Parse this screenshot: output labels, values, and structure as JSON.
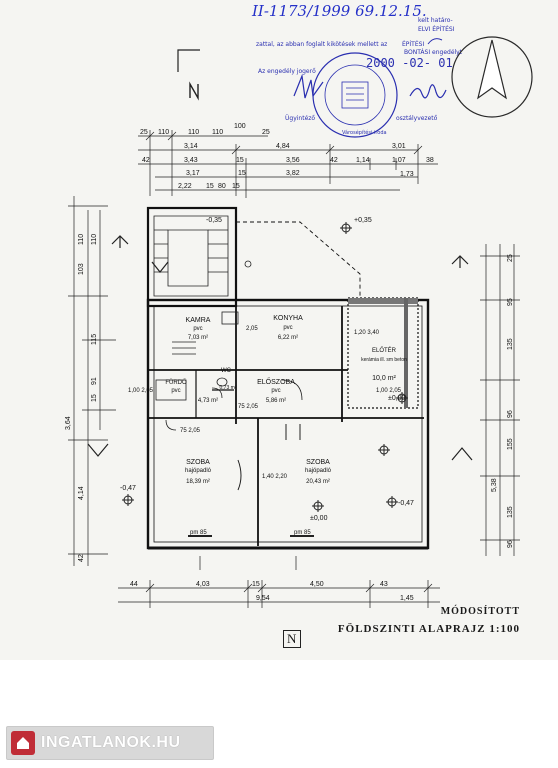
{
  "annotations": {
    "permit_number": "II-1173/1999 69.12.15.",
    "stamp_line1": "kelt határo-",
    "stamp_line2": "zattal, az abban foglalt kikötések mellett az",
    "stamp_line3": "ÉPÍTÉSI",
    "stamp_line4": "BONTÁSI engedélyt",
    "stamp_line5": "Az engedély jogerő",
    "stamp_date": "2000 -02- 01",
    "stamp_line6": "Ügyintéző",
    "stamp_line7": "osztályvezető",
    "stamp_seal": "Városépítési iroda",
    "stamp_line0": "ELVI ÉPÍTÉSI"
  },
  "title_block": {
    "modified": "MÓDOSÍTOTT",
    "title": "FÖLDSZINTI ALAPRAJZ   1:100",
    "north": "N"
  },
  "rooms": [
    {
      "name": "KAMRA",
      "floor": "pvc",
      "area": "7,03 m²"
    },
    {
      "name": "KONYHA",
      "floor": "pvc",
      "area": "6,22 m²"
    },
    {
      "name": "ELŐTÉR",
      "floor": "kerámia ill. sm beton",
      "area": "10,0 m²"
    },
    {
      "name": "FÜRDŐ",
      "floor": "pvc",
      "area": "4,73 m²"
    },
    {
      "name": "WC",
      "floor": "",
      "area": "0,73 m²"
    },
    {
      "name": "ELŐSZOBA",
      "floor": "pvc",
      "area": "5,86 m²"
    },
    {
      "name": "SZOBA",
      "floor": "hajópadló",
      "area": "18,39 m²"
    },
    {
      "name": "SZOBA",
      "floor": "hajópadló",
      "area": "20,43 m²"
    }
  ],
  "dimensions_top": {
    "row1": [
      "25",
      "110",
      "110",
      "110",
      "100",
      "25"
    ],
    "row2": [
      "3,14",
      "4,84",
      "3,01"
    ],
    "row3": [
      "42",
      "3,43",
      "15",
      "3,56",
      "42",
      "1,14",
      "1,07",
      "38"
    ],
    "row4": [
      "3,17",
      "15",
      "3,82"
    ],
    "row5": [
      "2,22",
      "15",
      "80",
      "15",
      "1,73"
    ]
  },
  "dimensions_bottom": {
    "row1": [
      "44",
      "4,03",
      "15",
      "4,50",
      "43"
    ],
    "row2": [
      "9,54",
      "1,45"
    ]
  },
  "dimensions_left": [
    "110",
    "103",
    "115",
    "91",
    "15",
    "3,64",
    "4,14",
    "42"
  ],
  "dimensions_right": [
    "25",
    "95",
    "135",
    "96",
    "155",
    "5,38",
    "135",
    "96"
  ],
  "levels": [
    "-0,35",
    "+0,35",
    "-0,47",
    "±0,00",
    "±0,00",
    "-0,47"
  ],
  "openings": [
    "1,20 3,40",
    "1,00 2,05",
    "1,40 2,20",
    "75 2,05",
    "75 2,05",
    "pm 85",
    "pm 85",
    "2,05",
    "1,00 2,05"
  ],
  "watermark": "INGATLANOK.HU"
}
